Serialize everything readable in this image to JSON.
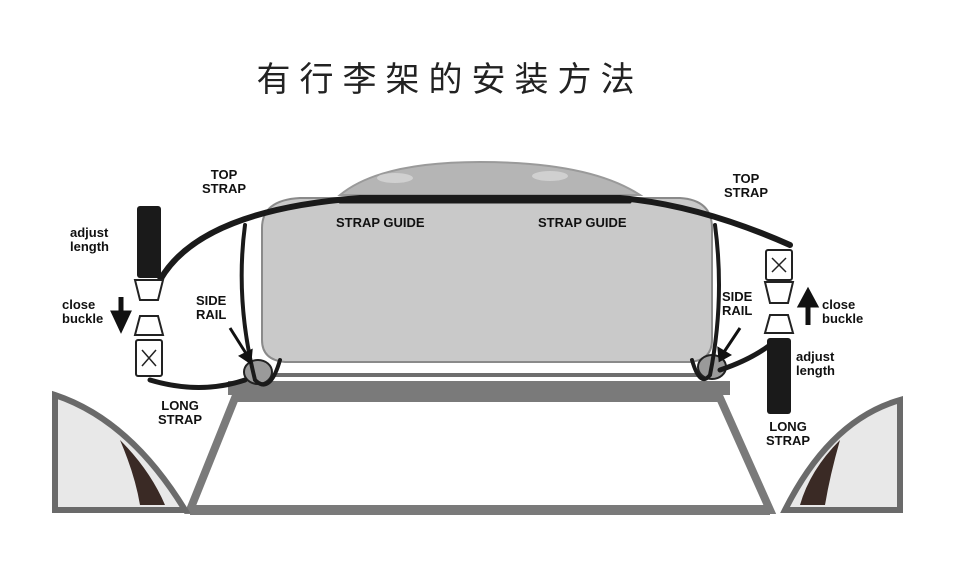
{
  "title": "有行李架的安装方法",
  "labels": {
    "top_strap_left": "TOP\nSTRAP",
    "top_strap_right": "TOP\nSTRAP",
    "strap_guide_left": "STRAP GUIDE",
    "strap_guide_right": "STRAP GUIDE",
    "adjust_length_left": "adjust\nlength",
    "adjust_length_right": "adjust\nlength",
    "close_buckle_left": "close\nbuckle",
    "close_buckle_right": "close\nbuckle",
    "side_rail_left": "SIDE\nRAIL",
    "side_rail_right": "SIDE\nRAIL",
    "long_strap_left": "LONG\nSTRAP",
    "long_strap_right": "LONG\nSTRAP"
  },
  "colors": {
    "strap": "#1a1a1a",
    "bag_fill": "#c9c9c9",
    "bag_top": "#b5b5b5",
    "car_body": "#8a8a8a",
    "car_dark": "#3a2a25"
  }
}
